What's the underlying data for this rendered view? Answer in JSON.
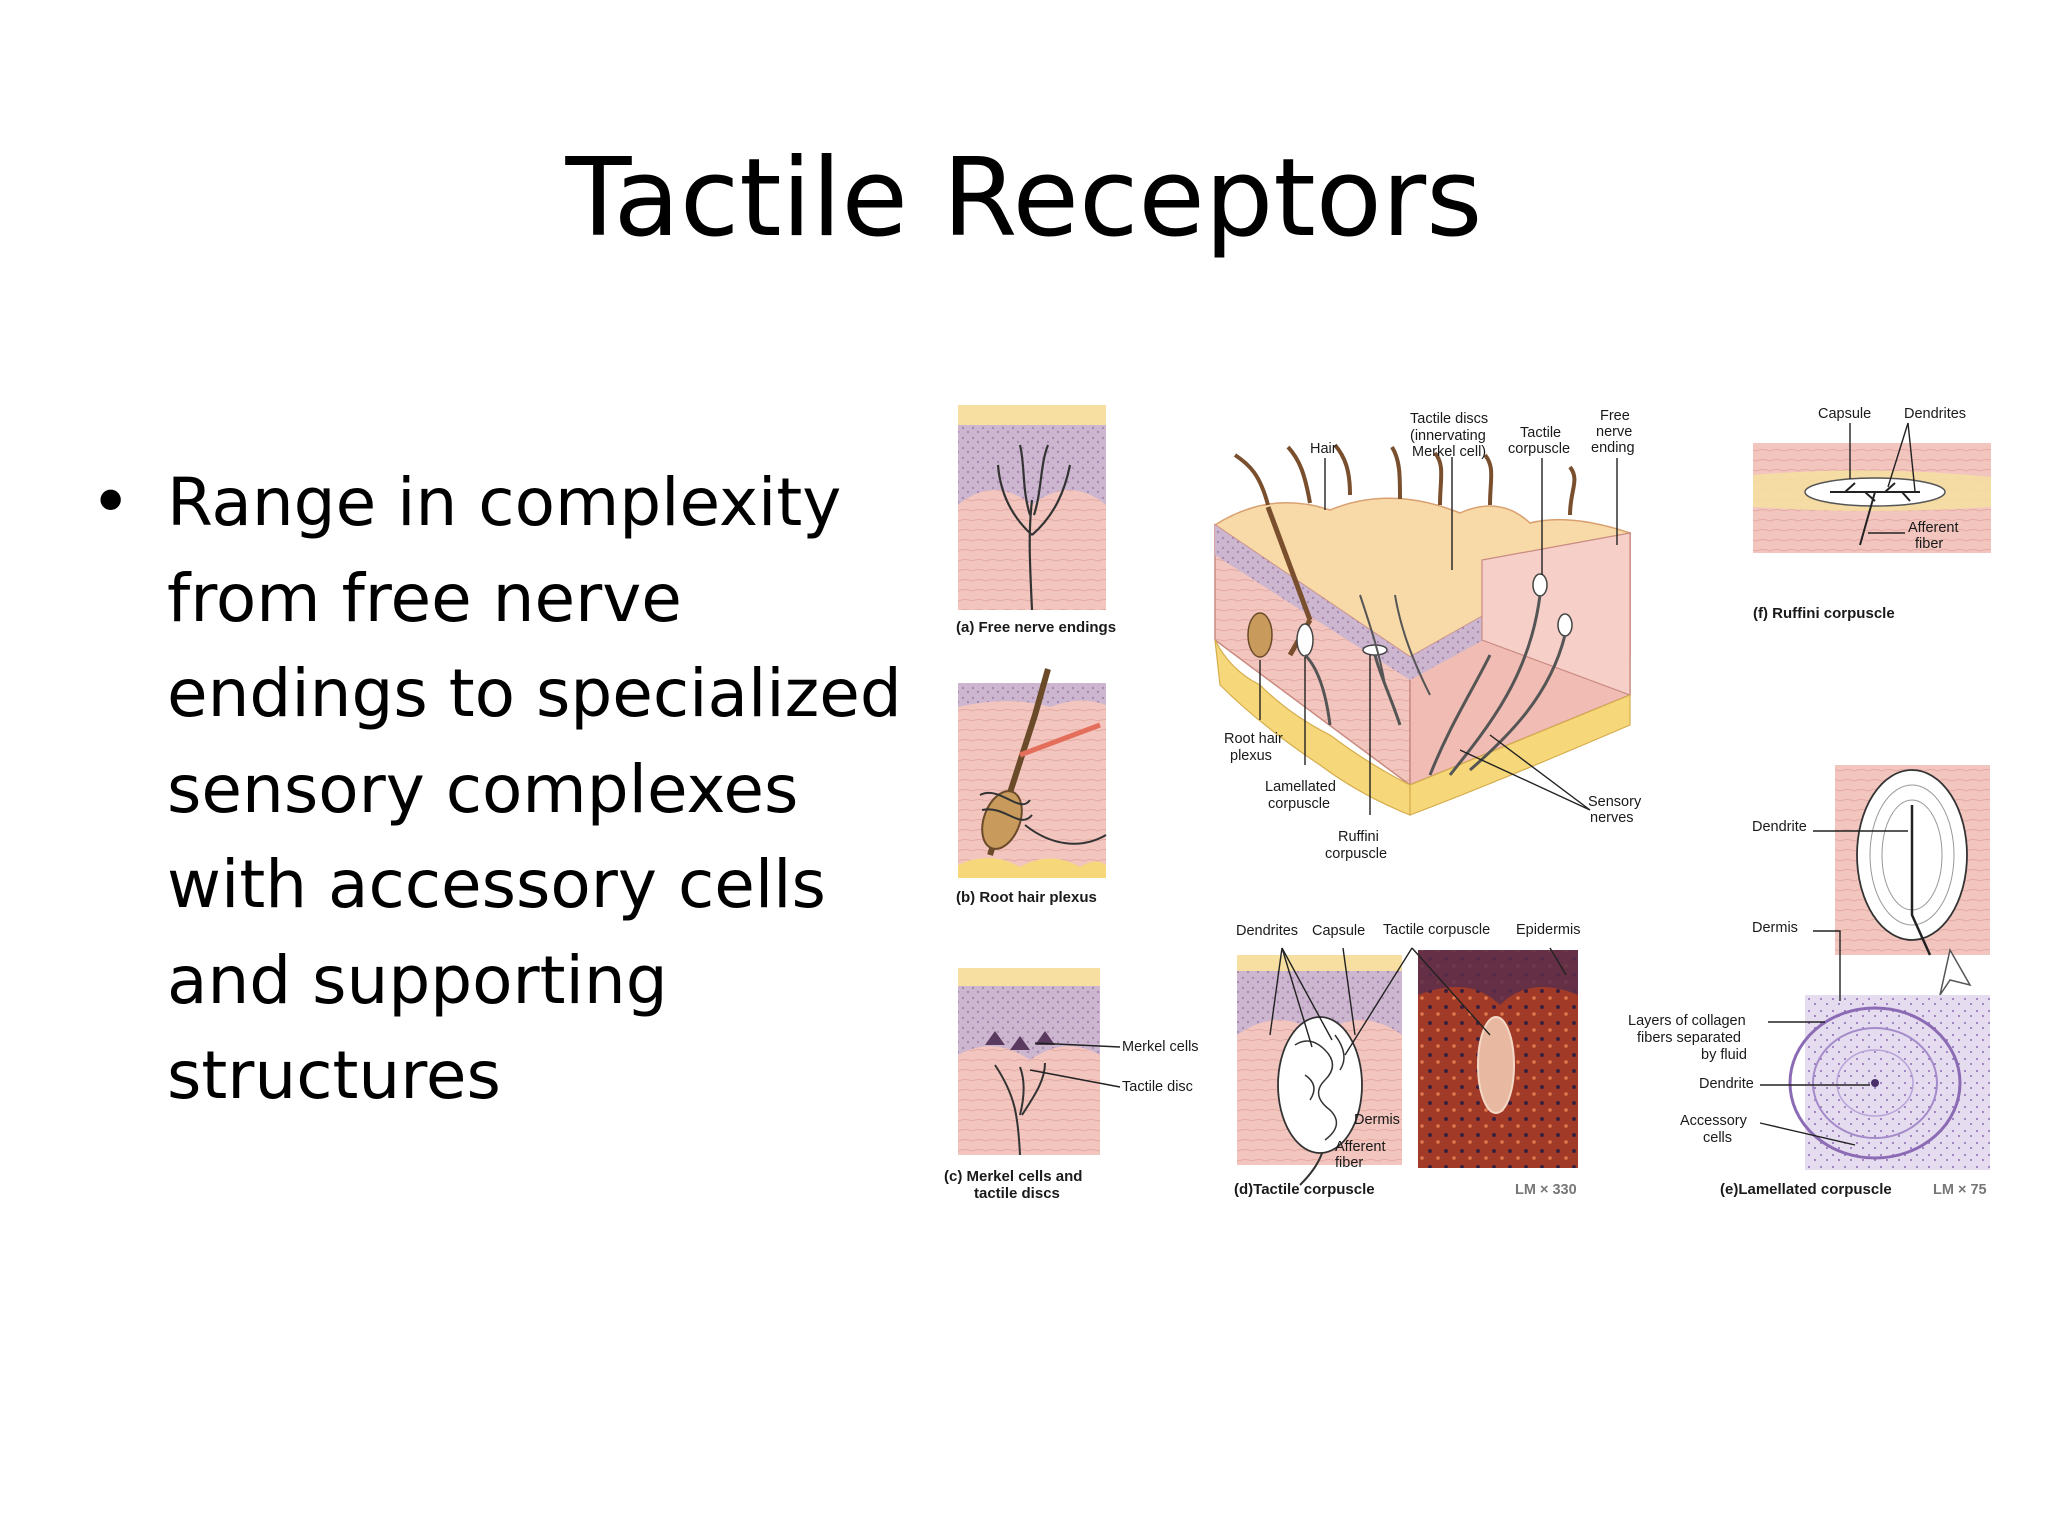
{
  "slide": {
    "title": "Tactile Receptors",
    "bullets": [
      "Range in complexity from free nerve endings to specialized sensory complexes with accessory cells and supporting structures"
    ]
  },
  "figure": {
    "panel_a_caption": "(a) Free nerve endings",
    "panel_b_caption": "(b) Root hair plexus",
    "panel_c_caption_1": "(c)  Merkel cells and",
    "panel_c_caption_2": "tactile discs",
    "panel_c_label_merkel": "Merkel cells",
    "panel_c_label_disc": "Tactile disc",
    "center_label_hair": "Hair",
    "center_label_tactile_discs_1": "Tactile discs",
    "center_label_tactile_discs_2": "(innervating",
    "center_label_tactile_discs_3": "Merkel cell)",
    "center_label_tactile_corpuscle_1": "Tactile",
    "center_label_tactile_corpuscle_2": "corpuscle",
    "center_label_free_1": "Free",
    "center_label_free_2": "nerve",
    "center_label_free_3": "ending",
    "center_label_root_1": "Root hair",
    "center_label_root_2": "plexus",
    "center_label_lamellated_1": "Lamellated",
    "center_label_lamellated_2": "corpuscle",
    "center_label_ruffini_1": "Ruffini",
    "center_label_ruffini_2": "corpuscle",
    "center_label_sensory_1": "Sensory",
    "center_label_sensory_2": "nerves",
    "panel_f_label_capsule": "Capsule",
    "panel_f_label_dendrites": "Dendrites",
    "panel_f_label_afferent_1": "Afferent",
    "panel_f_label_afferent_2": "fiber",
    "panel_f_caption": "(f) Ruffini  corpuscle",
    "panel_d_label_dendrites": "Dendrites",
    "panel_d_label_capsule": "Capsule",
    "panel_d_label_tactile": "Tactile corpuscle",
    "panel_d_label_epidermis": "Epidermis",
    "panel_d_label_dermis": "Dermis",
    "panel_d_label_afferent_1": "Afferent",
    "panel_d_label_afferent_2": "fiber",
    "panel_d_caption": "(d)Tactile corpuscle",
    "panel_d_magnification": "LM × 330",
    "panel_e_label_dendrite_top": "Dendrite",
    "panel_e_label_dermis": "Dermis",
    "panel_e_label_layers_1": "Layers of collagen",
    "panel_e_label_layers_2": "fibers separated",
    "panel_e_label_layers_3": "by fluid",
    "panel_e_label_dendrite_bottom": "Dendrite",
    "panel_e_label_accessory_1": "Accessory",
    "panel_e_label_accessory_2": "cells",
    "panel_e_caption": "(e)Lamellated  corpuscle",
    "panel_e_magnification": "LM × 75"
  },
  "colors": {
    "skin_pink": "#f2c6bf",
    "epidermis_purple": "#c9b3cc",
    "fat_yellow": "#f6d77a",
    "stain_red": "#b8442c",
    "stain_purple": "#b9a3d1"
  }
}
